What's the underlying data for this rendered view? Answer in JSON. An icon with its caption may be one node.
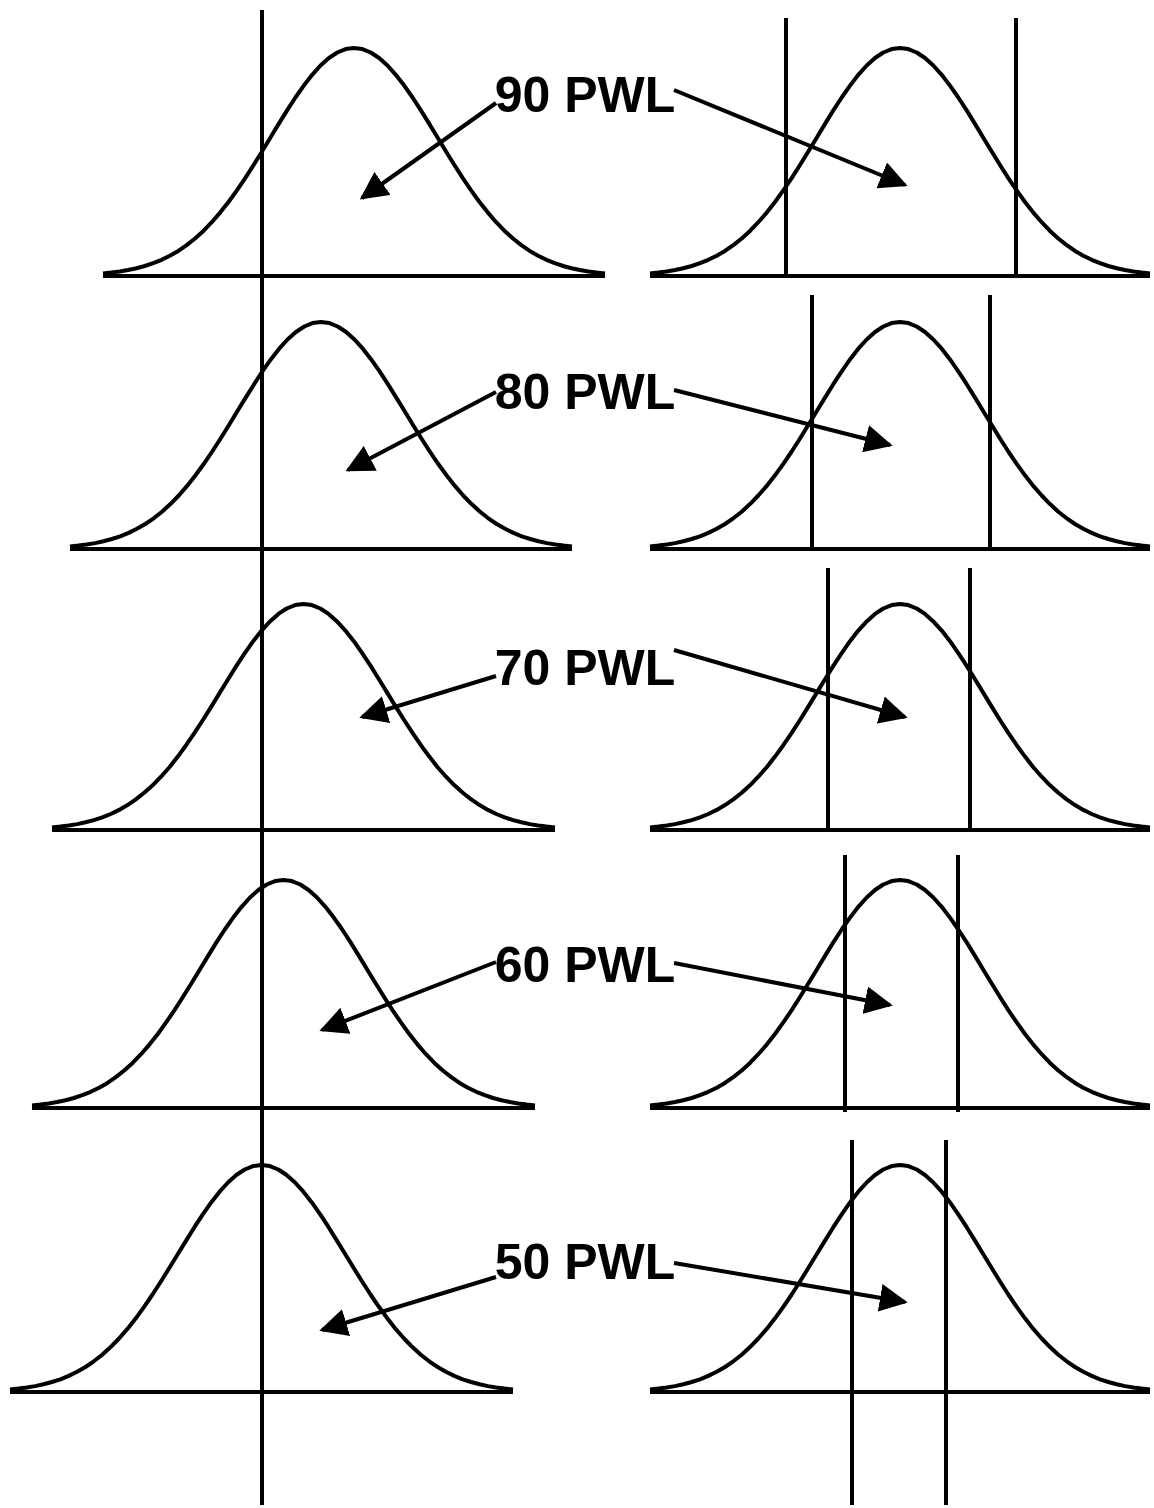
{
  "diagram": {
    "nodes": [
      {
        "text": [],
        "shape": "curve"
      },
      {
        "text": [
          "90 PWL"
        ]
      },
      {
        "text": [],
        "shape": "curve"
      },
      {
        "text": [],
        "shape": "curve"
      },
      {
        "text": [
          "80 PWL"
        ]
      },
      {
        "text": [],
        "shape": "curve"
      },
      {
        "text": [],
        "shape": "curve"
      },
      {
        "text": [
          "70 PWL"
        ]
      },
      {
        "text": [],
        "shape": "curve"
      },
      {
        "text": [],
        "shape": "curve"
      },
      {
        "text": [
          "60 PWL"
        ]
      },
      {
        "text": [],
        "shape": "curve"
      },
      {
        "text": [],
        "shape": "curve"
      },
      {
        "text": [
          "50 PWL"
        ]
      },
      {
        "text": [],
        "shape": "curve"
      }
    ],
    "edges": [
      {
        "from": 1,
        "to": 0,
        "arrow": "to"
      },
      {
        "from": 1,
        "to": 2,
        "arrow": "to"
      },
      {
        "from": 4,
        "to": 3,
        "arrow": "to"
      },
      {
        "from": 4,
        "to": 5,
        "arrow": "to"
      },
      {
        "from": 7,
        "to": 6,
        "arrow": "to"
      },
      {
        "from": 7,
        "to": 8,
        "arrow": "to"
      },
      {
        "from": 10,
        "to": 9,
        "arrow": "to"
      },
      {
        "from": 10,
        "to": 11,
        "arrow": "to"
      },
      {
        "from": 13,
        "to": 12,
        "arrow": "to"
      },
      {
        "from": 13,
        "to": 14,
        "arrow": "to"
      }
    ]
  }
}
